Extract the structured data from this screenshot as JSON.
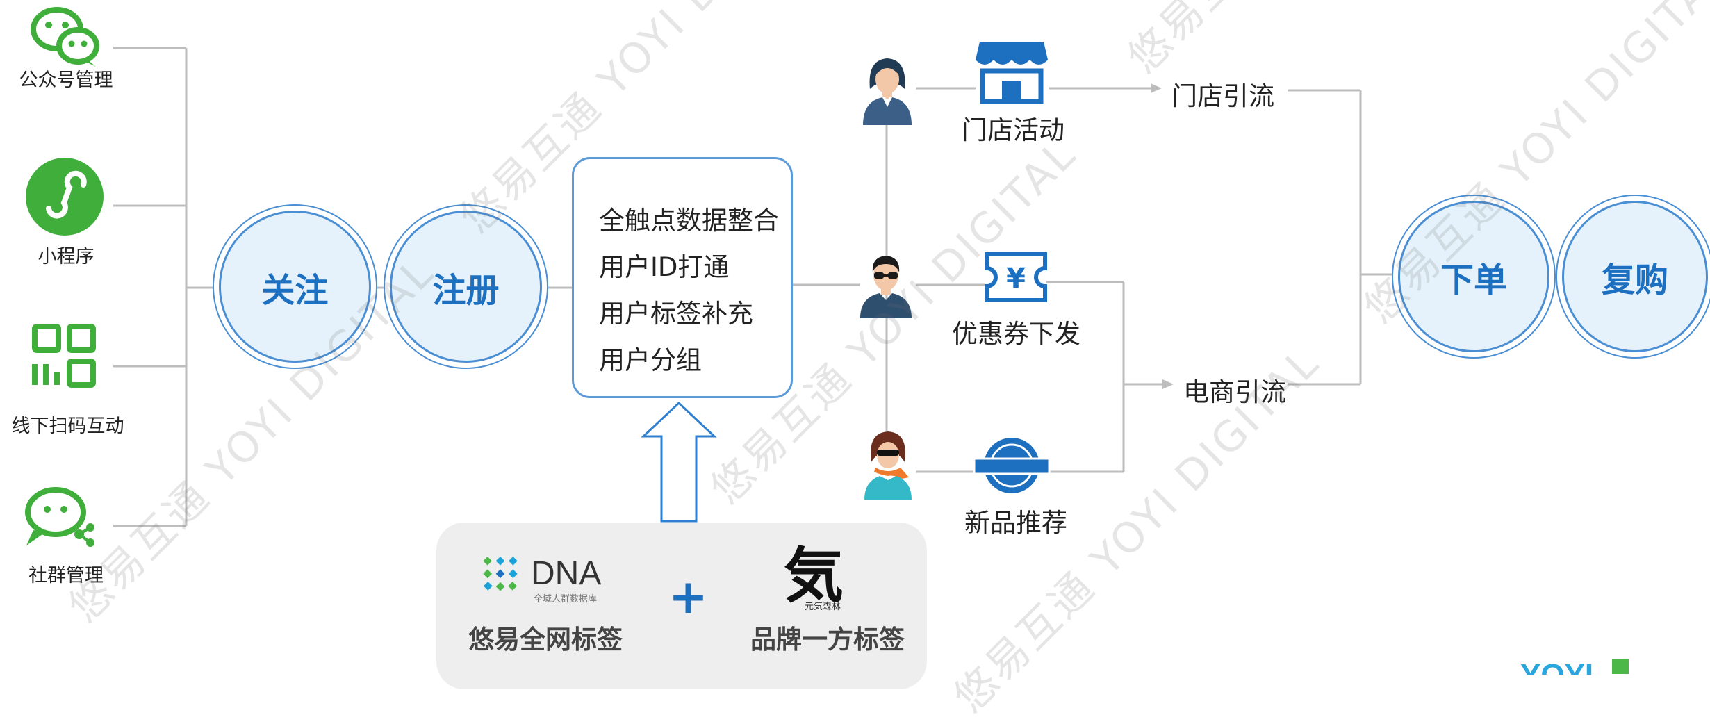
{
  "channels": [
    {
      "label": "公众号管理",
      "icon": "wechat-icon"
    },
    {
      "label": "小程序",
      "icon": "mini-program-icon"
    },
    {
      "label": "线下扫码互动",
      "icon": "qr-code-icon"
    },
    {
      "label": "社群管理",
      "icon": "community-chat-icon"
    }
  ],
  "steps": {
    "follow": "关注",
    "register": "注册",
    "order": "下单",
    "repurchase": "复购"
  },
  "integration_box": {
    "lines": [
      "全触点数据整合",
      "用户ID打通",
      "用户标签补充",
      "用户分组"
    ]
  },
  "tag_sources": {
    "dna_logo_text": "DNA",
    "dna_logo_subtext": "全域人群数据库",
    "dna_label": "悠易全网标签",
    "plus": "+",
    "brand_logo_text": "気",
    "brand_logo_subtext": "元気森林",
    "brand_label": "品牌一方标签"
  },
  "actions": [
    {
      "label": "门店活动",
      "icon": "storefront-icon"
    },
    {
      "label": "优惠券下发",
      "icon": "coupon-icon"
    },
    {
      "label": "新品推荐",
      "icon": "new-product-badge-icon"
    }
  ],
  "traffic": {
    "store": "门店引流",
    "ecommerce": "电商引流"
  },
  "watermark": "悠易互通 YOYI DIGITAL",
  "colors": {
    "accent": "#1d6fc0",
    "wechat_green": "#3fae3a",
    "line_gray": "#bdbdbd",
    "circle_fill": "#e6f2fb"
  }
}
